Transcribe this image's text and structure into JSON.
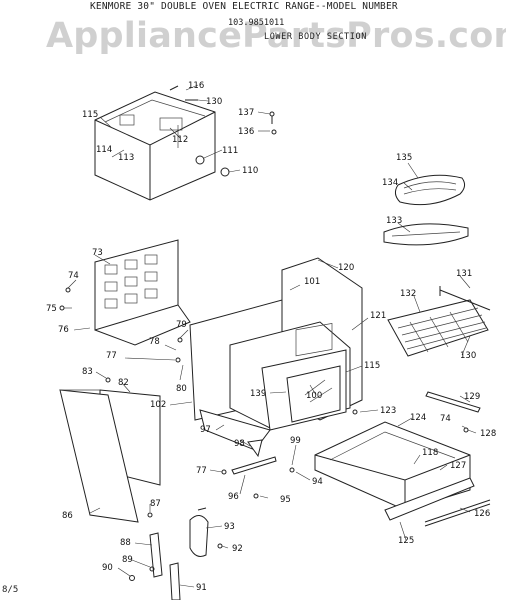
{
  "header": {
    "title": "KENMORE 30\" DOUBLE OVEN ELECTRIC RANGE--MODEL NUMBER",
    "model_number": "103.9851011",
    "section": "LOWER BODY SECTION"
  },
  "watermark": "AppliancePartsPros.com",
  "footer": "8/5",
  "part_labels": [
    "116",
    "130",
    "137",
    "136",
    "115",
    "114",
    "112",
    "113",
    "111",
    "110",
    "135",
    "134",
    "133",
    "73",
    "74",
    "75",
    "76",
    "120",
    "101",
    "131",
    "132",
    "79",
    "78",
    "77",
    "121",
    "80",
    "130",
    "83",
    "82",
    "102",
    "139",
    "100",
    "115",
    "129",
    "123",
    "124",
    "74",
    "128",
    "97",
    "98",
    "99",
    "118",
    "127",
    "77",
    "94",
    "96",
    "95",
    "86",
    "87",
    "126",
    "125",
    "93",
    "88",
    "92",
    "89",
    "90",
    "91"
  ]
}
